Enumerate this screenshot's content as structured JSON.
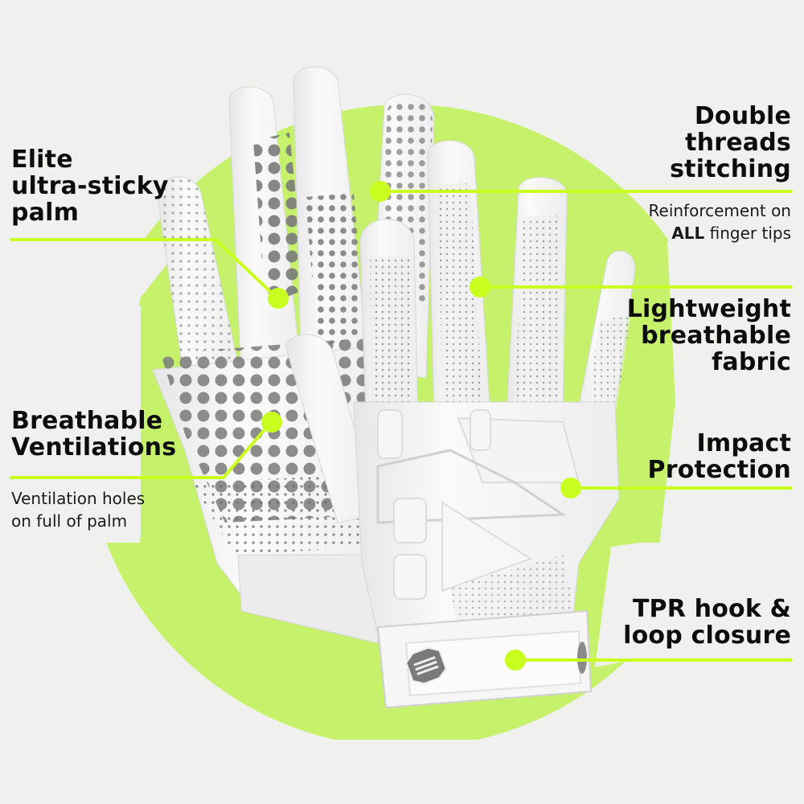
{
  "colors": {
    "background": "#f0f0ee",
    "green_shape": "#c6f26b",
    "accent": "#c8ff1e",
    "text": "#0d0d0d",
    "glove_white": "#f7f7f7",
    "glove_dots": "#7a7a7a"
  },
  "features": {
    "palm": {
      "title_lines": [
        "Elite",
        "ultra-sticky",
        "palm"
      ]
    },
    "ventilation": {
      "title_lines": [
        "Breathable",
        "Ventilations"
      ],
      "desc_lines": [
        "Ventilation holes",
        "on full of palm"
      ]
    },
    "stitching": {
      "title_lines": [
        "Double",
        "threads",
        "stitching"
      ],
      "desc_line1": "Reinforcement on",
      "desc_line2_bold": "ALL",
      "desc_line2_rest": " finger tips"
    },
    "fabric": {
      "title_lines": [
        "Lightweight",
        "breathable",
        "fabric"
      ]
    },
    "impact": {
      "title_lines": [
        "Impact",
        "Protection"
      ]
    },
    "closure": {
      "title_lines": [
        "TPR hook &",
        "loop closure"
      ]
    }
  },
  "icons": {
    "callout_dot": "filled-circle",
    "wrist_logo": "shield-grid-logo"
  }
}
